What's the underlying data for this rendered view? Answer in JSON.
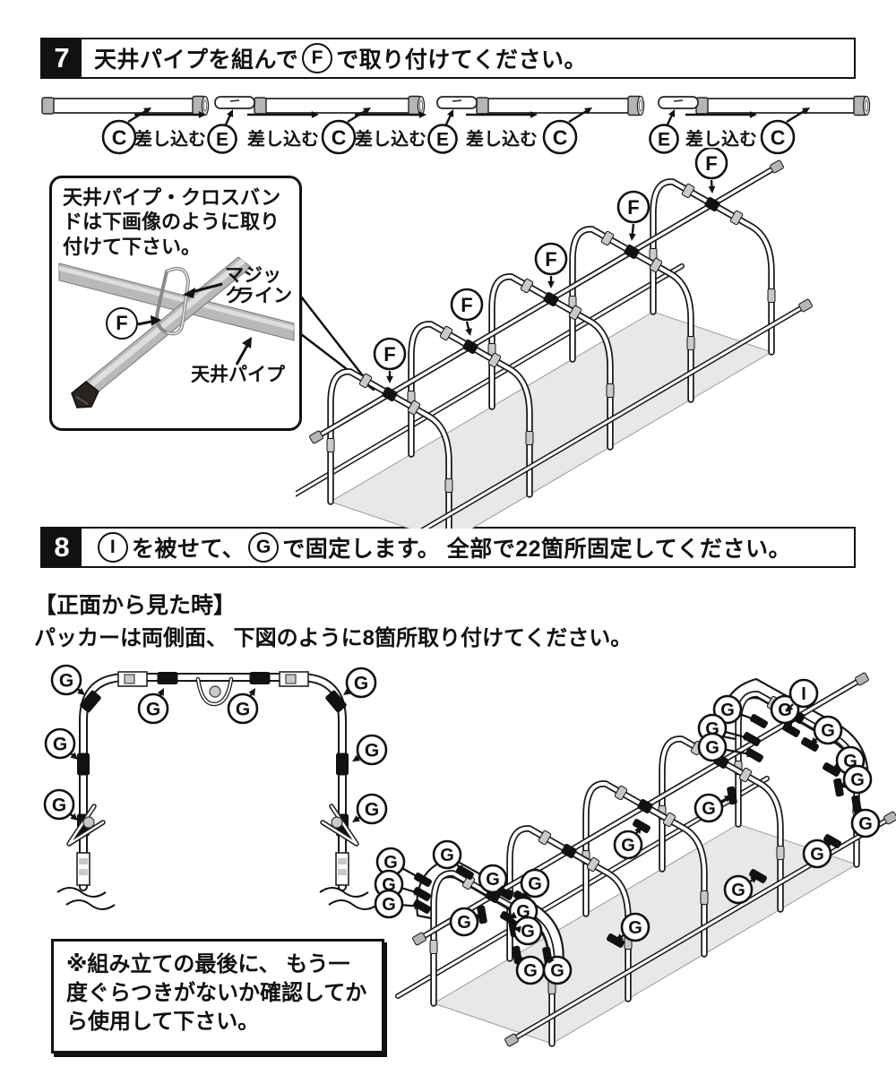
{
  "labels": {
    "c": "C",
    "e": "E",
    "f": "F",
    "g": "G",
    "i": "I"
  },
  "step7": {
    "number": "7",
    "before_f": "天井パイプを組んで",
    "f": "F",
    "after_f": "で取り付けてください。"
  },
  "pipe_row": {
    "insert": "差し込む",
    "pipe_label": "C",
    "joint_label": "E"
  },
  "callout": {
    "text": "天井パイプ・クロスバンドは下画像のように取り付けて下さい。",
    "magic1": "マジック",
    "magic2": "ライン",
    "f": "F",
    "pipe": "天井パイプ"
  },
  "step8": {
    "number": "8",
    "i": "I",
    "mid": "を被せて、",
    "g": "G",
    "tail": "で固定します。 全部で22箇所固定してください。"
  },
  "section": {
    "heading": "【正面から見た時】",
    "body": "パッカーは両側面、 下図のように8箇所取り付けてください。"
  },
  "note": {
    "text": "※組み立ての最後に、 もう一度ぐらつきがないか確認してから使用して下さい。"
  },
  "colors": {
    "line": "#1a1a1a",
    "gray_cap": "#b5b5b5",
    "sleeve": "#c9c9c9",
    "floor": "#e8e8e8",
    "band": "#111111"
  }
}
